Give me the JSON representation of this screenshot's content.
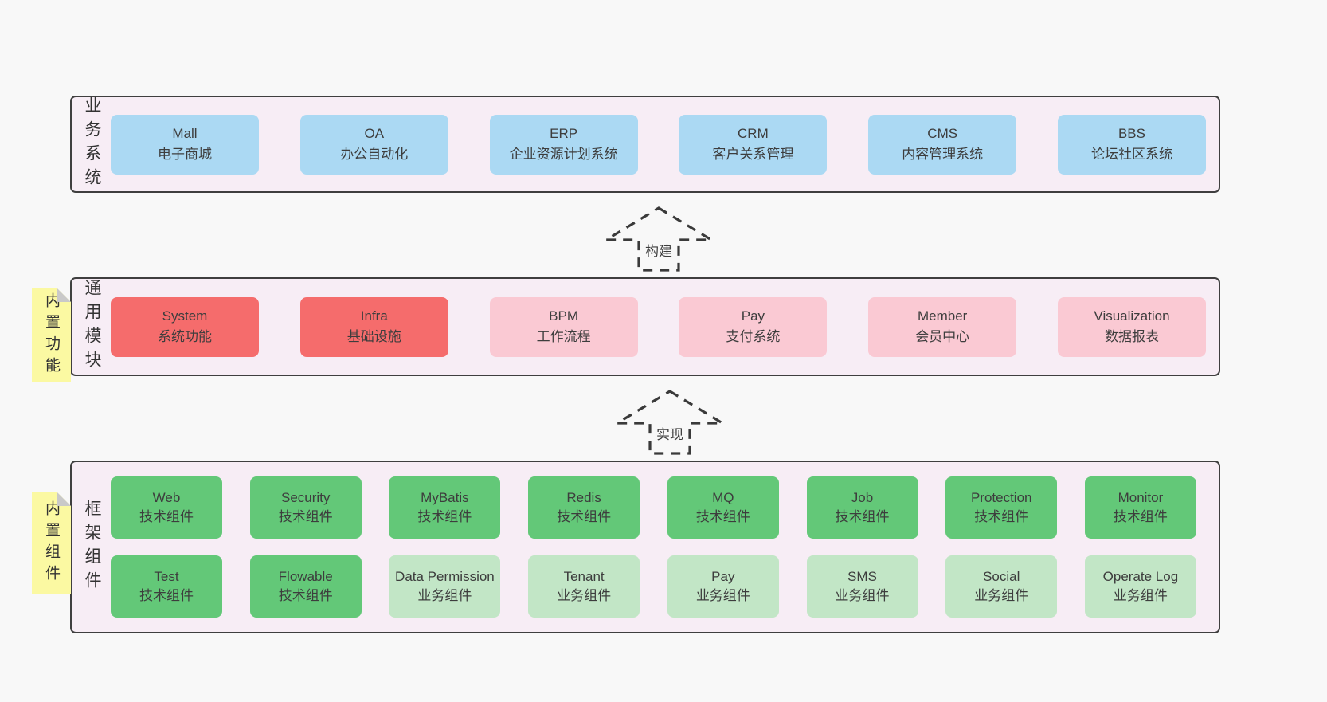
{
  "colors": {
    "page_bg": "#f8f8f8",
    "band_bg": "#f7edf5",
    "band_border": "#3f3f3f",
    "blue": "#abd9f3",
    "red": "#f56c6c",
    "pink": "#fac9d3",
    "green": "#63c878",
    "light_green": "#c2e6c6",
    "yellow": "#fbf9a2",
    "fold_gray": "#c9c9c9",
    "text": "#3d3d3d"
  },
  "arrows": [
    {
      "label": "构建"
    },
    {
      "label": "实现"
    }
  ],
  "stickies": [
    {
      "label": "内置功能"
    },
    {
      "label": "内置组件"
    }
  ],
  "bands": [
    {
      "label": "业务系统",
      "boxes": [
        {
          "name": "Mall",
          "desc": "电子商城",
          "color": "blue"
        },
        {
          "name": "OA",
          "desc": "办公自动化",
          "color": "blue"
        },
        {
          "name": "ERP",
          "desc": "企业资源计划系统",
          "color": "blue"
        },
        {
          "name": "CRM",
          "desc": "客户关系管理",
          "color": "blue"
        },
        {
          "name": "CMS",
          "desc": "内容管理系统",
          "color": "blue"
        },
        {
          "name": "BBS",
          "desc": "论坛社区系统",
          "color": "blue"
        }
      ]
    },
    {
      "label": "通用模块",
      "boxes": [
        {
          "name": "System",
          "desc": "系统功能",
          "color": "red"
        },
        {
          "name": "Infra",
          "desc": "基础设施",
          "color": "red"
        },
        {
          "name": "BPM",
          "desc": "工作流程",
          "color": "pink"
        },
        {
          "name": "Pay",
          "desc": "支付系统",
          "color": "pink"
        },
        {
          "name": "Member",
          "desc": "会员中心",
          "color": "pink"
        },
        {
          "name": "Visualization",
          "desc": "数据报表",
          "color": "pink"
        }
      ]
    },
    {
      "label": "框架组件",
      "rows": [
        [
          {
            "name": "Web",
            "desc": "技术组件",
            "color": "green"
          },
          {
            "name": "Security",
            "desc": "技术组件",
            "color": "green"
          },
          {
            "name": "MyBatis",
            "desc": "技术组件",
            "color": "green"
          },
          {
            "name": "Redis",
            "desc": "技术组件",
            "color": "green"
          },
          {
            "name": "MQ",
            "desc": "技术组件",
            "color": "green"
          },
          {
            "name": "Job",
            "desc": "技术组件",
            "color": "green"
          },
          {
            "name": "Protection",
            "desc": "技术组件",
            "color": "green"
          },
          {
            "name": "Monitor",
            "desc": "技术组件",
            "color": "green"
          }
        ],
        [
          {
            "name": "Test",
            "desc": "技术组件",
            "color": "green"
          },
          {
            "name": "Flowable",
            "desc": "技术组件",
            "color": "green"
          },
          {
            "name": "Data Permission",
            "desc": "业务组件",
            "color": "light-green"
          },
          {
            "name": "Tenant",
            "desc": "业务组件",
            "color": "light-green"
          },
          {
            "name": "Pay",
            "desc": "业务组件",
            "color": "light-green"
          },
          {
            "name": "SMS",
            "desc": "业务组件",
            "color": "light-green"
          },
          {
            "name": "Social",
            "desc": "业务组件",
            "color": "light-green"
          },
          {
            "name": "Operate Log",
            "desc": "业务组件",
            "color": "light-green"
          }
        ]
      ]
    }
  ]
}
